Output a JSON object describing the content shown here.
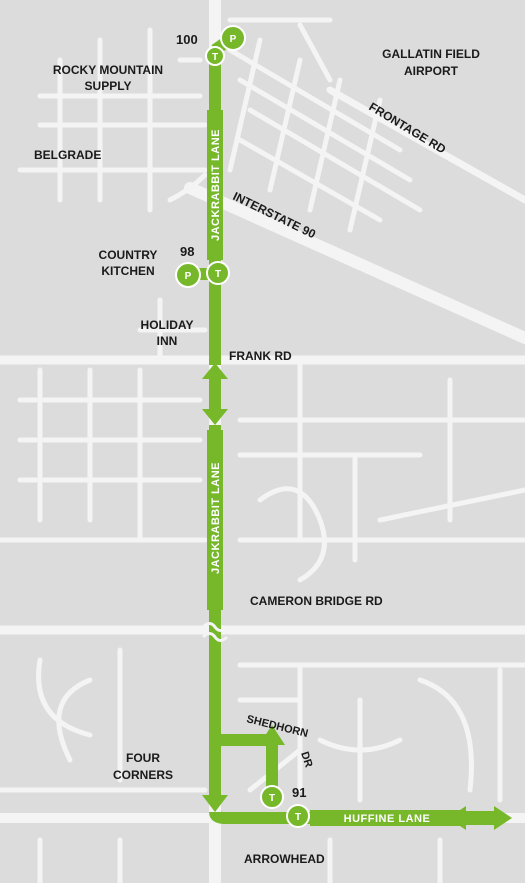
{
  "colors": {
    "background": "#dcdcdc",
    "street": "#f4f4f4",
    "route": "#76b82a",
    "text": "#1a1a1a"
  },
  "places": {
    "rocky_mountain_supply_1": "ROCKY MOUNTAIN",
    "rocky_mountain_supply_2": "SUPPLY",
    "belgrade": "BELGRADE",
    "gallatin_1": "GALLATIN FIELD",
    "gallatin_2": "AIRPORT",
    "country_kitchen_1": "COUNTRY",
    "country_kitchen_2": "KITCHEN",
    "holiday_inn_1": "HOLIDAY",
    "holiday_inn_2": "INN",
    "four_corners_1": "FOUR",
    "four_corners_2": "CORNERS",
    "arrowhead": "ARROWHEAD"
  },
  "roads": {
    "frontage": "FRONTAGE RD",
    "interstate": "INTERSTATE 90",
    "frank": "FRANK RD",
    "cameron": "CAMERON BRIDGE RD",
    "shedhorn_1": "SHEDHORN",
    "shedhorn_2": "DR",
    "jackrabbit_north": "JACKRABBIT LANE",
    "jackrabbit_south": "JACKRABBIT LANE",
    "huffine": "HUFFINE LANE"
  },
  "stops": {
    "top": "100",
    "middle": "98",
    "bottom": "91"
  },
  "markers": {
    "parking": "P",
    "transit": "T"
  },
  "icons": {
    "parking": "parking-icon",
    "transit": "transit-icon",
    "arrow": "double-arrow-icon"
  }
}
